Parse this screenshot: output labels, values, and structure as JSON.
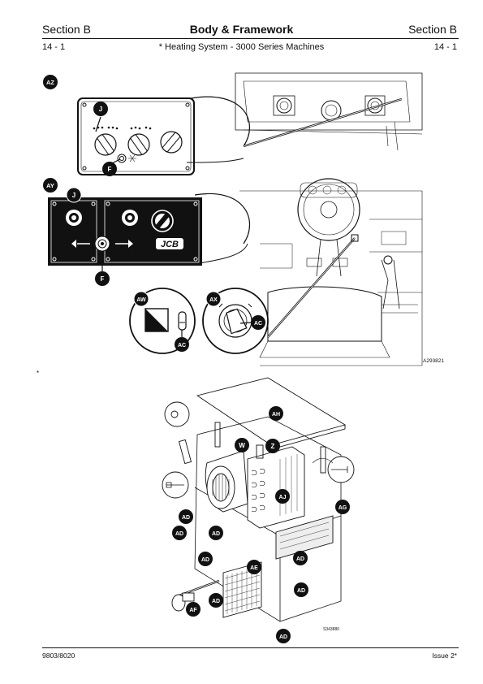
{
  "header": {
    "section_left": "Section B",
    "title": "Body & Framework",
    "section_right": "Section B",
    "page_left": "14 - 1",
    "subtitle": "* Heating System - 3000 Series Machines",
    "page_right": "14 - 1"
  },
  "figure_top": {
    "callouts": [
      "AZ",
      "J",
      "F",
      "AY",
      "J",
      "F",
      "AW",
      "AX",
      "AC",
      "AC"
    ],
    "panel_logo": "JCB",
    "figure_id": "A293821"
  },
  "change_marker": "*",
  "figure_bottom": {
    "callouts": [
      "AH",
      "W",
      "Z",
      "AJ",
      "AG",
      "AD",
      "AD",
      "AD",
      "AD",
      "AD",
      "AE",
      "AD",
      "AD",
      "AF",
      "AD"
    ],
    "figure_id": "S343880"
  },
  "footer": {
    "doc_number": "9803/8020",
    "issue": "Issue 2*"
  }
}
